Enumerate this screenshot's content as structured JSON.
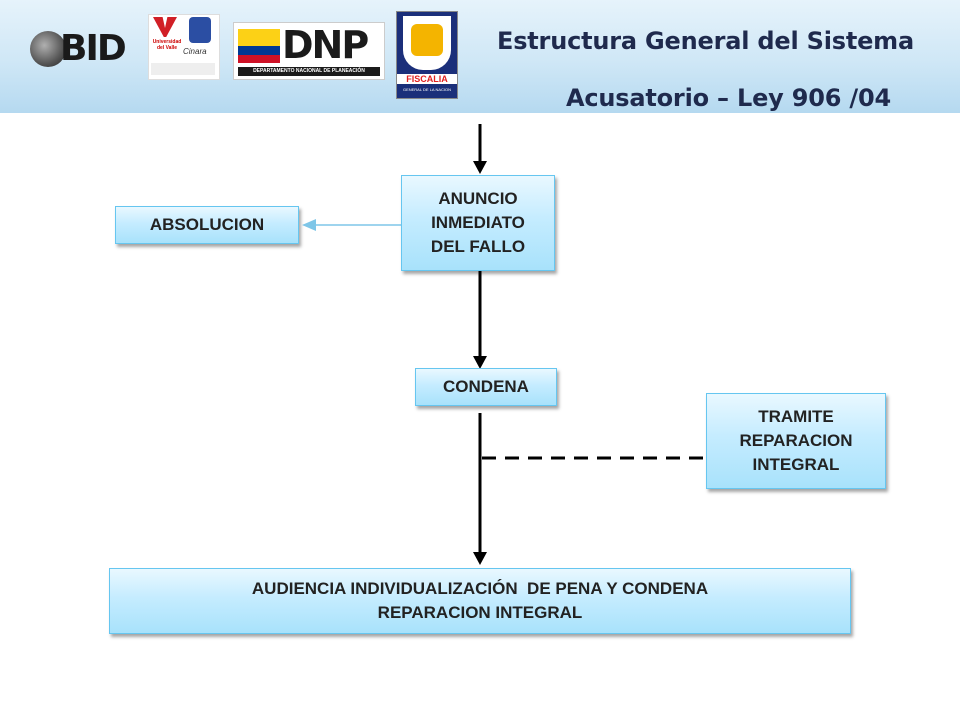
{
  "header": {
    "title_line1": "Estructura General del Sistema",
    "title_line2": "Acusatorio – Ley 906 /04"
  },
  "logos": {
    "bid": "BID",
    "univalle": "Universidad del Valle",
    "cinara": "Cinara",
    "dnp": "DNP",
    "dnp_sub": "DEPARTAMENTO NACIONAL DE PLANEACIÓN",
    "fiscalia": "FISCALIA",
    "fiscalia_sub": "GENERAL DE LA NACION"
  },
  "nodes": {
    "anuncio": [
      "ANUNCIO",
      "INMEDIATO",
      "DEL FALLO"
    ],
    "absolucion": "ABSOLUCION",
    "condena": "CONDENA",
    "tramite": [
      "TRAMITE",
      "REPARACION",
      "INTEGRAL"
    ],
    "audiencia": [
      "AUDIENCIA INDIVIDUALIZACIÓN  DE PENA Y CONDENA",
      "REPARACION INTEGRAL"
    ]
  },
  "colors": {
    "title": "#1f2a4d",
    "box_border": "#66c6f0",
    "side_arrow": "#7ec6e8",
    "arrow": "#000000"
  }
}
